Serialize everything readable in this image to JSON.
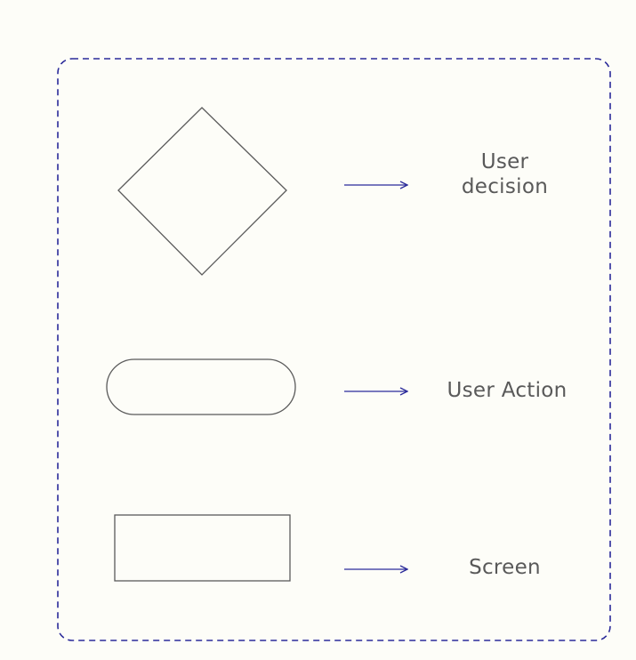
{
  "legend": {
    "items": [
      {
        "shape": "diamond-icon",
        "label_lines": [
          "User",
          "decision"
        ]
      },
      {
        "shape": "pill-icon",
        "label": "User Action"
      },
      {
        "shape": "rectangle-icon",
        "label": "Screen"
      }
    ]
  },
  "colors": {
    "background": "#fdfdf8",
    "frame_dash": "#2b2b9a",
    "shape_stroke": "#5a5a5a",
    "arrow": "#2b2b9a",
    "label_text": "#595959"
  }
}
